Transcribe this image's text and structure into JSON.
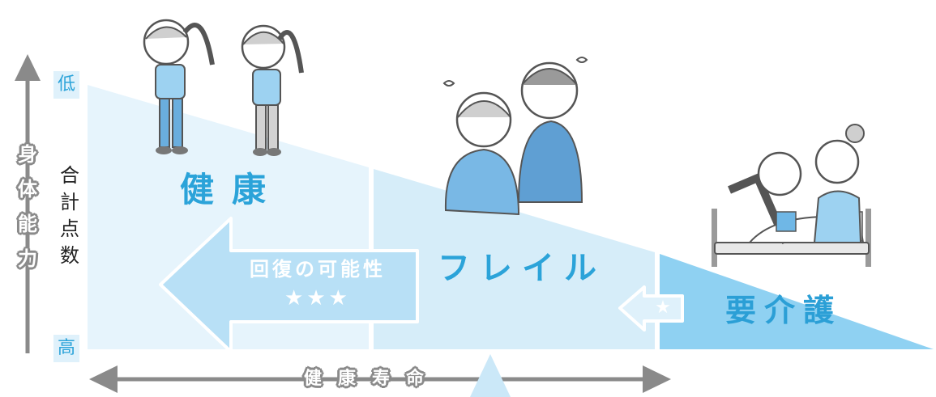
{
  "axis": {
    "vertical_chars": [
      "身",
      "体",
      "能",
      "力"
    ],
    "score_chars": [
      "合",
      "計",
      "点",
      "数"
    ],
    "low_label": "低",
    "high_label": "高",
    "horizontal_chars": [
      "健",
      "康",
      "寿",
      "命"
    ]
  },
  "zones": {
    "healthy": "健康",
    "frailty": "フレイル",
    "care": "要介護"
  },
  "recovery": {
    "label": "回復の可能性",
    "stars": "★★★",
    "small_star": "★"
  },
  "colors": {
    "zone_light": "#e3f3fc",
    "zone_mid": "#cbe8f8",
    "zone_dark": "#8ed0f2",
    "accent": "#2ba3d9",
    "axis_gray": "#8a8a8a",
    "recovery_arrow": "#b7dff5"
  },
  "icons": {
    "healthy_people": "stretching-elderly-couple-icon",
    "frailty_people": "worried-elderly-couple-icon",
    "care_people": "caregiver-with-bedridden-elder-icon"
  }
}
